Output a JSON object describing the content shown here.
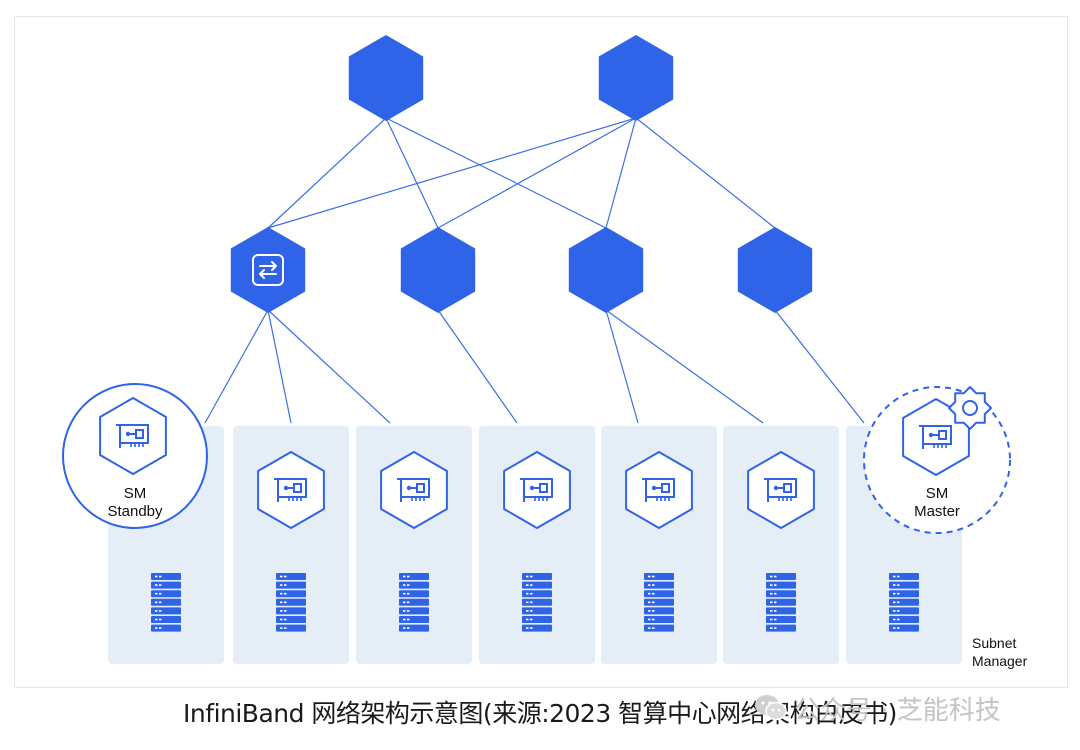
{
  "diagram": {
    "colors": {
      "node_fill": "#2f64e8",
      "link_color": "#3a6fe8",
      "host_panel_fill": "#e5edf6",
      "outline_color": "#2f64e8"
    },
    "core_switches": [
      {
        "id": "core-1",
        "icon": "hexagon"
      },
      {
        "id": "core-2",
        "icon": "hexagon"
      }
    ],
    "leaf_switches": [
      {
        "id": "leaf-1",
        "icon": "switch-arrows-icon"
      },
      {
        "id": "leaf-2",
        "icon": "hexagon"
      },
      {
        "id": "leaf-3",
        "icon": "hexagon"
      },
      {
        "id": "leaf-4",
        "icon": "hexagon"
      }
    ],
    "hosts": [
      {
        "id": "host-1",
        "nic_icon": "nic-card-icon",
        "server_icon": "server-rack-icon"
      },
      {
        "id": "host-2",
        "nic_icon": "nic-card-icon",
        "server_icon": "server-rack-icon"
      },
      {
        "id": "host-3",
        "nic_icon": "nic-card-icon",
        "server_icon": "server-rack-icon"
      },
      {
        "id": "host-4",
        "nic_icon": "nic-card-icon",
        "server_icon": "server-rack-icon"
      },
      {
        "id": "host-5",
        "nic_icon": "nic-card-icon",
        "server_icon": "server-rack-icon"
      },
      {
        "id": "host-6",
        "nic_icon": "nic-card-icon",
        "server_icon": "server-rack-icon"
      },
      {
        "id": "host-7",
        "nic_icon": "nic-card-icon",
        "server_icon": "server-rack-icon"
      }
    ],
    "links": [
      [
        "core-1",
        "leaf-1"
      ],
      [
        "core-1",
        "leaf-2"
      ],
      [
        "core-1",
        "leaf-3"
      ],
      [
        "core-2",
        "leaf-1"
      ],
      [
        "core-2",
        "leaf-2"
      ],
      [
        "core-2",
        "leaf-3"
      ],
      [
        "core-2",
        "leaf-4"
      ],
      [
        "leaf-1",
        "host-1"
      ],
      [
        "leaf-1",
        "host-2"
      ],
      [
        "leaf-1",
        "host-3"
      ],
      [
        "leaf-2",
        "host-4"
      ],
      [
        "leaf-3",
        "host-5"
      ],
      [
        "leaf-3",
        "host-6"
      ],
      [
        "leaf-4",
        "host-7"
      ]
    ],
    "sm_standby": {
      "line1": "SM",
      "line2": "Standby",
      "border": "solid"
    },
    "sm_master": {
      "line1": "SM",
      "line2": "Master",
      "border": "dashed",
      "badge_icon": "gear-icon"
    },
    "subnet_manager_label": {
      "line1": "Subnet",
      "line2": "Manager"
    }
  },
  "caption": "InfiniBand 网络架构示意图(来源:2023 智算中心网络架构白皮书)",
  "watermark": {
    "icon": "wechat-icon",
    "text": "公众号 · 芝能科技"
  }
}
